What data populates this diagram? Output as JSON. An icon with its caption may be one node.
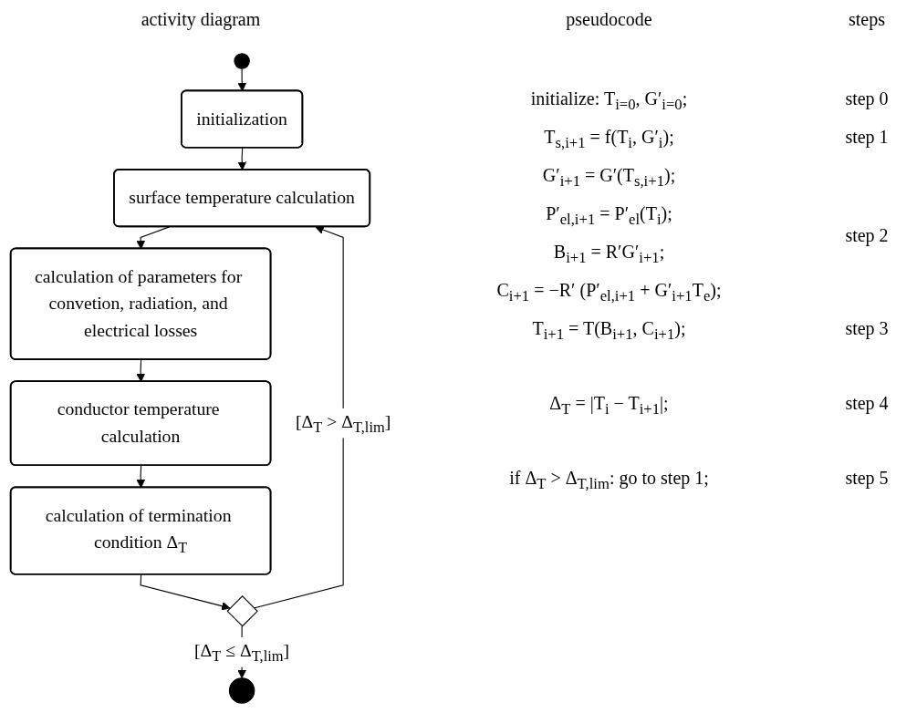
{
  "diagram": {
    "nodes": [
      {
        "text": [],
        "shape": "circle"
      },
      {
        "text": [
          "initialization"
        ]
      },
      {
        "text": [
          "surface temperature calculation"
        ]
      },
      {
        "text": [
          "calculation of parameters for convetion, radiation, and electrical losses"
        ]
      },
      {
        "text": [
          "conductor temperature calculation"
        ]
      },
      {
        "text": [
          "calculation of termination condition Δ$_{T}$"
        ]
      },
      {
        "text": [],
        "shape": "diamond"
      },
      {
        "text": [],
        "shape": "circle"
      }
    ],
    "edges": [
      {
        "from": 0,
        "to": 1,
        "arrow": "to"
      },
      {
        "from": 1,
        "to": 2,
        "arrow": "to"
      },
      {
        "from": 2,
        "to": 3,
        "arrow": "to"
      },
      {
        "from": 3,
        "to": 4,
        "arrow": "to"
      },
      {
        "from": 4,
        "to": 5,
        "arrow": "to"
      },
      {
        "from": 5,
        "to": 6,
        "arrow": "to"
      },
      {
        "from": 6,
        "to": 2,
        "arrow": "to",
        "label": "[Δ$_{T}$ > Δ$_{T,lim}$]"
      },
      {
        "from": 6,
        "to": 7,
        "arrow": "to",
        "label": "[Δ$_{T}$ ≤ Δ$_{T,lim}$]"
      }
    ],
    "labels": [
      "activity diagram",
      "pseudocode",
      "steps",
      "initialize: T$_{i=0}$, G′$_{i=0}$;",
      "step 0",
      "T$_{s,i+1}$ = f(T$_{i}$, G′$_{i}$);",
      "step 1",
      "G′$_{i+1}$ = G′(T$_{s,i+1}$);",
      "P′$_{el,i+1}$ = P′$_{el}$(T$_{i}$);",
      "step 2",
      "B$_{i+1}$ = R′G′$_{i+1}$;",
      "C$_{i+1}$ = −R′ (P′$_{el,i+1}$ + G′$_{i+1}$T$_{e}$);",
      "T$_{i+1}$ = T(B$_{i+1}$, C$_{i+1}$);",
      "step 3",
      "Δ$_{T}$ = |T$_{i}$ − T$_{i+1}$|;",
      "step 4",
      "if Δ$_{T}$ > Δ$_{T,lim}$: go to step 1;",
      "step 5"
    ]
  }
}
